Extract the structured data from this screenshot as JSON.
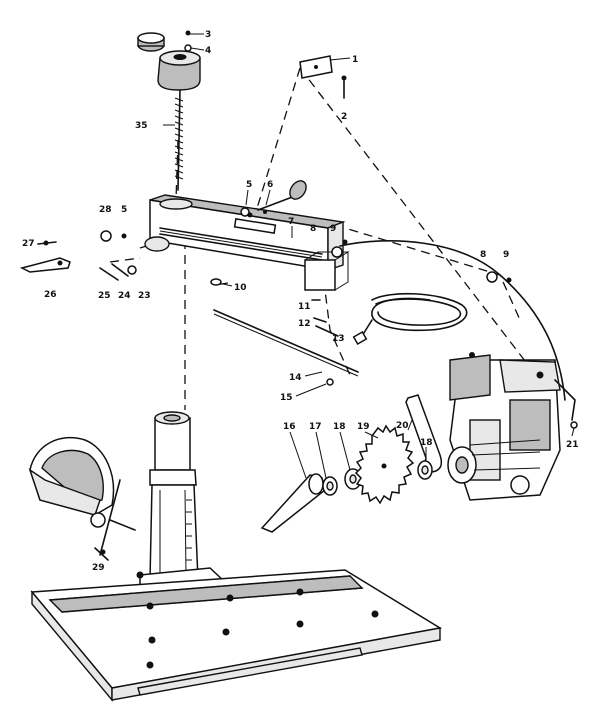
{
  "callouts": [
    {
      "label": "3"
    },
    {
      "label": "4"
    },
    {
      "label": "1"
    },
    {
      "label": "2"
    },
    {
      "label": "35"
    },
    {
      "label": "5"
    },
    {
      "label": "6"
    },
    {
      "label": "28"
    },
    {
      "label": "5"
    },
    {
      "label": "7"
    },
    {
      "label": "8"
    },
    {
      "label": "9"
    },
    {
      "label": "27"
    },
    {
      "label": "26"
    },
    {
      "label": "25"
    },
    {
      "label": "24"
    },
    {
      "label": "23"
    },
    {
      "label": "10"
    },
    {
      "label": "8"
    },
    {
      "label": "9"
    },
    {
      "label": "11"
    },
    {
      "label": "12"
    },
    {
      "label": "13"
    },
    {
      "label": "14"
    },
    {
      "label": "15"
    },
    {
      "label": "16"
    },
    {
      "label": "17"
    },
    {
      "label": "18"
    },
    {
      "label": "19"
    },
    {
      "label": "20"
    },
    {
      "label": "18"
    },
    {
      "label": "21"
    },
    {
      "label": "29"
    }
  ],
  "colors": {
    "ink": "#111111",
    "paper": "#ffffff",
    "shade": "#bdbdbd"
  }
}
